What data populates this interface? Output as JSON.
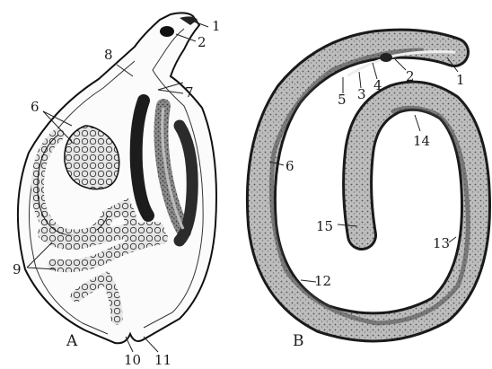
{
  "panels": {
    "A": {
      "label": "A",
      "callouts": [
        "1",
        "2",
        "6",
        "7",
        "8",
        "9",
        "10",
        "11"
      ]
    },
    "B": {
      "label": "B",
      "callouts": [
        "1",
        "2",
        "3",
        "4",
        "5",
        "6",
        "12",
        "13",
        "14",
        "15"
      ]
    }
  },
  "colors": {
    "ink": "#1a1a1a",
    "paper": "#ffffff",
    "stipple": "#6b6b6b",
    "dark": "#2b2b2b"
  }
}
